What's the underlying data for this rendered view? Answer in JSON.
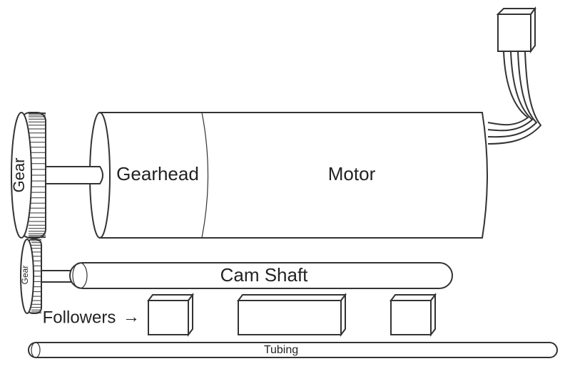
{
  "labels": {
    "gear_large": "Gear",
    "gear_small": "Gear",
    "gearhead": "Gearhead",
    "motor": "Motor",
    "cam_shaft": "Cam Shaft",
    "followers": "Followers",
    "followers_arrow": "→",
    "tubing": "Tubing"
  }
}
